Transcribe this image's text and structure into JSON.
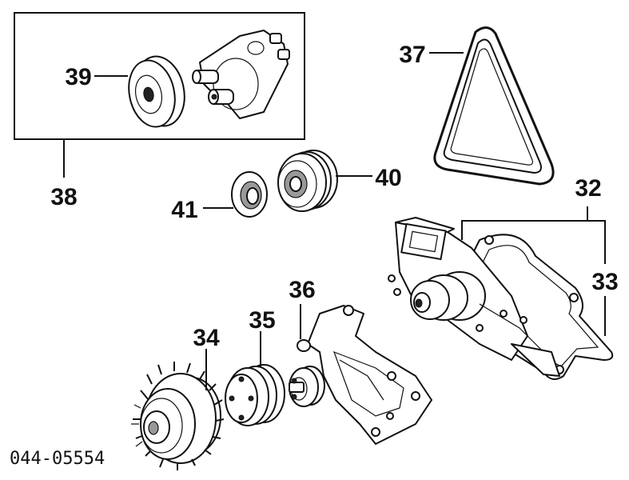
{
  "callouts": {
    "c32": "32",
    "c33": "33",
    "c34": "34",
    "c35": "35",
    "c36": "36",
    "c37": "37",
    "c38": "38",
    "c39": "39",
    "c40": "40",
    "c41": "41"
  },
  "diagram_code": "044-05554"
}
